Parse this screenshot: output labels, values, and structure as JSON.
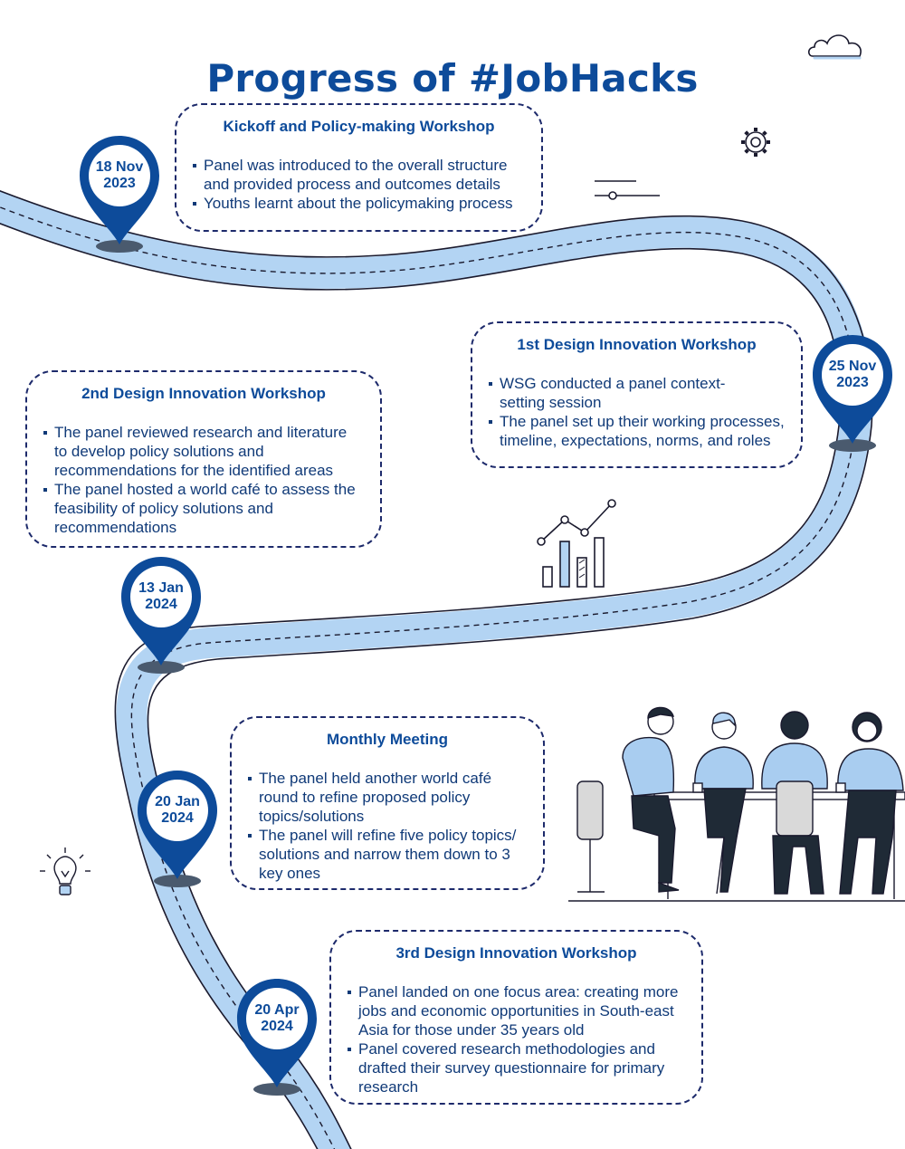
{
  "title": "Progress of #JobHacks",
  "colors": {
    "brand": "#0d4b9a",
    "text": "#103a78",
    "road": "#b3d4f3",
    "border": "#1d2a6b"
  },
  "milestones": [
    {
      "date_line1": "18 Nov",
      "date_line2": "2023",
      "title": "Kickoff and Policy-making Workshop",
      "points": [
        "Panel was introduced to the overall structure and provided process and outcomes details",
        "Youths learnt about the policymaking process"
      ]
    },
    {
      "date_line1": "25 Nov",
      "date_line2": "2023",
      "title": "1st Design Innovation Workshop",
      "points": [
        "WSG conducted a panel context-setting session",
        "The panel set up their working processes, timeline, expectations, norms, and roles"
      ]
    },
    {
      "date_line1": "13 Jan",
      "date_line2": "2024",
      "title": "2nd Design Innovation Workshop",
      "points": [
        "The panel reviewed research and literature to develop policy solutions and recommendations for the identified areas",
        "The panel hosted a world café to assess the feasibility of policy solutions and recommendations"
      ]
    },
    {
      "date_line1": "20 Jan",
      "date_line2": "2024",
      "title": "Monthly Meeting",
      "points": [
        "The panel held another world café round to refine proposed policy topics/solutions",
        "The panel will refine five policy topics/ solutions and narrow them down to 3 key ones"
      ]
    },
    {
      "date_line1": "20 Apr",
      "date_line2": "2024",
      "title": "3rd Design Innovation Workshop",
      "points": [
        "Panel landed on one focus area: creating more jobs and economic opportunities in South-east Asia for those under 35 years old",
        "Panel covered research methodologies and drafted their survey questionnaire for primary research"
      ]
    }
  ],
  "icons": {
    "cloud": "cloud-icon",
    "gear": "gear-icon",
    "slider": "slider-icon",
    "chart": "bar-chart-icon",
    "bulb": "lightbulb-icon",
    "meeting": "meeting-people-illustration"
  }
}
